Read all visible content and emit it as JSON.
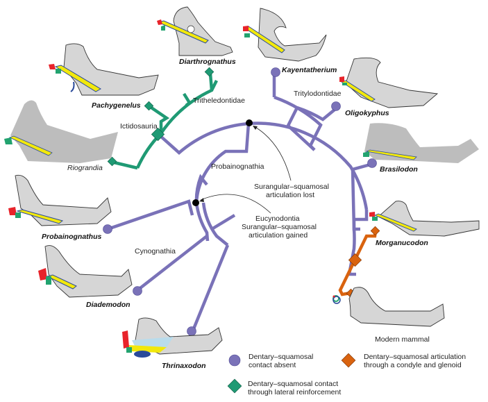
{
  "colors": {
    "absent": "#7a72b8",
    "lateral": "#1f9a74",
    "condyle": "#d9630f",
    "node": "#000000",
    "bone_red": "#e8232a",
    "bone_green": "#22a36f",
    "bone_yellow": "#f2e80c",
    "bone_blue": "#2a4a9a",
    "bone_lightblue": "#b9dcec",
    "jaw_fill": "#d6d6d6"
  },
  "taxa": [
    {
      "name": "Diarthrognathus",
      "state": "lateral"
    },
    {
      "name": "Pachygenelus",
      "state": "lateral"
    },
    {
      "name": "Riograndia",
      "state": "lateral"
    },
    {
      "name": "Kayentatherium",
      "state": "absent"
    },
    {
      "name": "Oligokyphus",
      "state": "absent"
    },
    {
      "name": "Brasilodon",
      "state": "absent"
    },
    {
      "name": "Probainognathus",
      "state": "absent"
    },
    {
      "name": "Diademodon",
      "state": "absent"
    },
    {
      "name": "Thrinaxodon",
      "state": "absent"
    },
    {
      "name": "Morganucodon",
      "state": "condyle"
    },
    {
      "name": "Modern mammal",
      "state": "condyle"
    }
  ],
  "clades": {
    "tritheledontidae": "Tritheledontidae",
    "ictidosauria": "Ictidosauria",
    "tritylodontidae": "Tritylodontidae",
    "probainognathia": "Probainognathia",
    "cynognathia": "Cynognathia"
  },
  "annotations": {
    "lost_line1": "Surangular–squamosal",
    "lost_line2": "articulation lost",
    "gained_line1": "Eucynodontia",
    "gained_line2": "Surangular–squamosal",
    "gained_line3": "articulation gained"
  },
  "legend": [
    {
      "symbol": "circle",
      "color": "#7a72b8",
      "line1": "Dentary–squamosal",
      "line2": "contact absent"
    },
    {
      "symbol": "diamond",
      "color": "#1f9a74",
      "line1": "Dentary–squamosal contact",
      "line2": "through lateral reinforcement"
    },
    {
      "symbol": "diamond",
      "color": "#d9630f",
      "line1": "Dentary–squamosal articulation",
      "line2": "through a condyle and glenoid"
    }
  ]
}
